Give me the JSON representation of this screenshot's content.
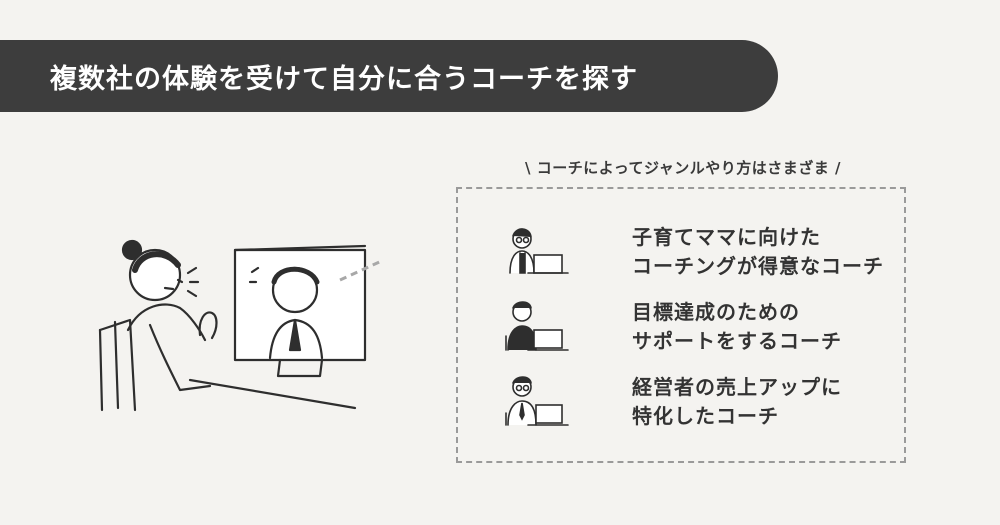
{
  "banner": {
    "title": "複数社の体験を受けて自分に合うコーチを探す"
  },
  "caption": "\\ コーチによってジャンルやり方はさまざま /",
  "coaches": [
    {
      "line1": "子育てママに向けた",
      "line2": "コーチングが得意なコーチ",
      "icon": "coach-woman-glasses-icon"
    },
    {
      "line1": "目標達成のための",
      "line2": "サポートをするコーチ",
      "icon": "coach-man-icon"
    },
    {
      "line1": "経営者の売上アップに",
      "line2": "特化したコーチ",
      "icon": "coach-man-glasses-icon"
    }
  ],
  "colors": {
    "banner_bg": "#3d3d3d",
    "page_bg": "#f4f3f0",
    "text": "#333333",
    "dash": "#9a9a9a"
  }
}
